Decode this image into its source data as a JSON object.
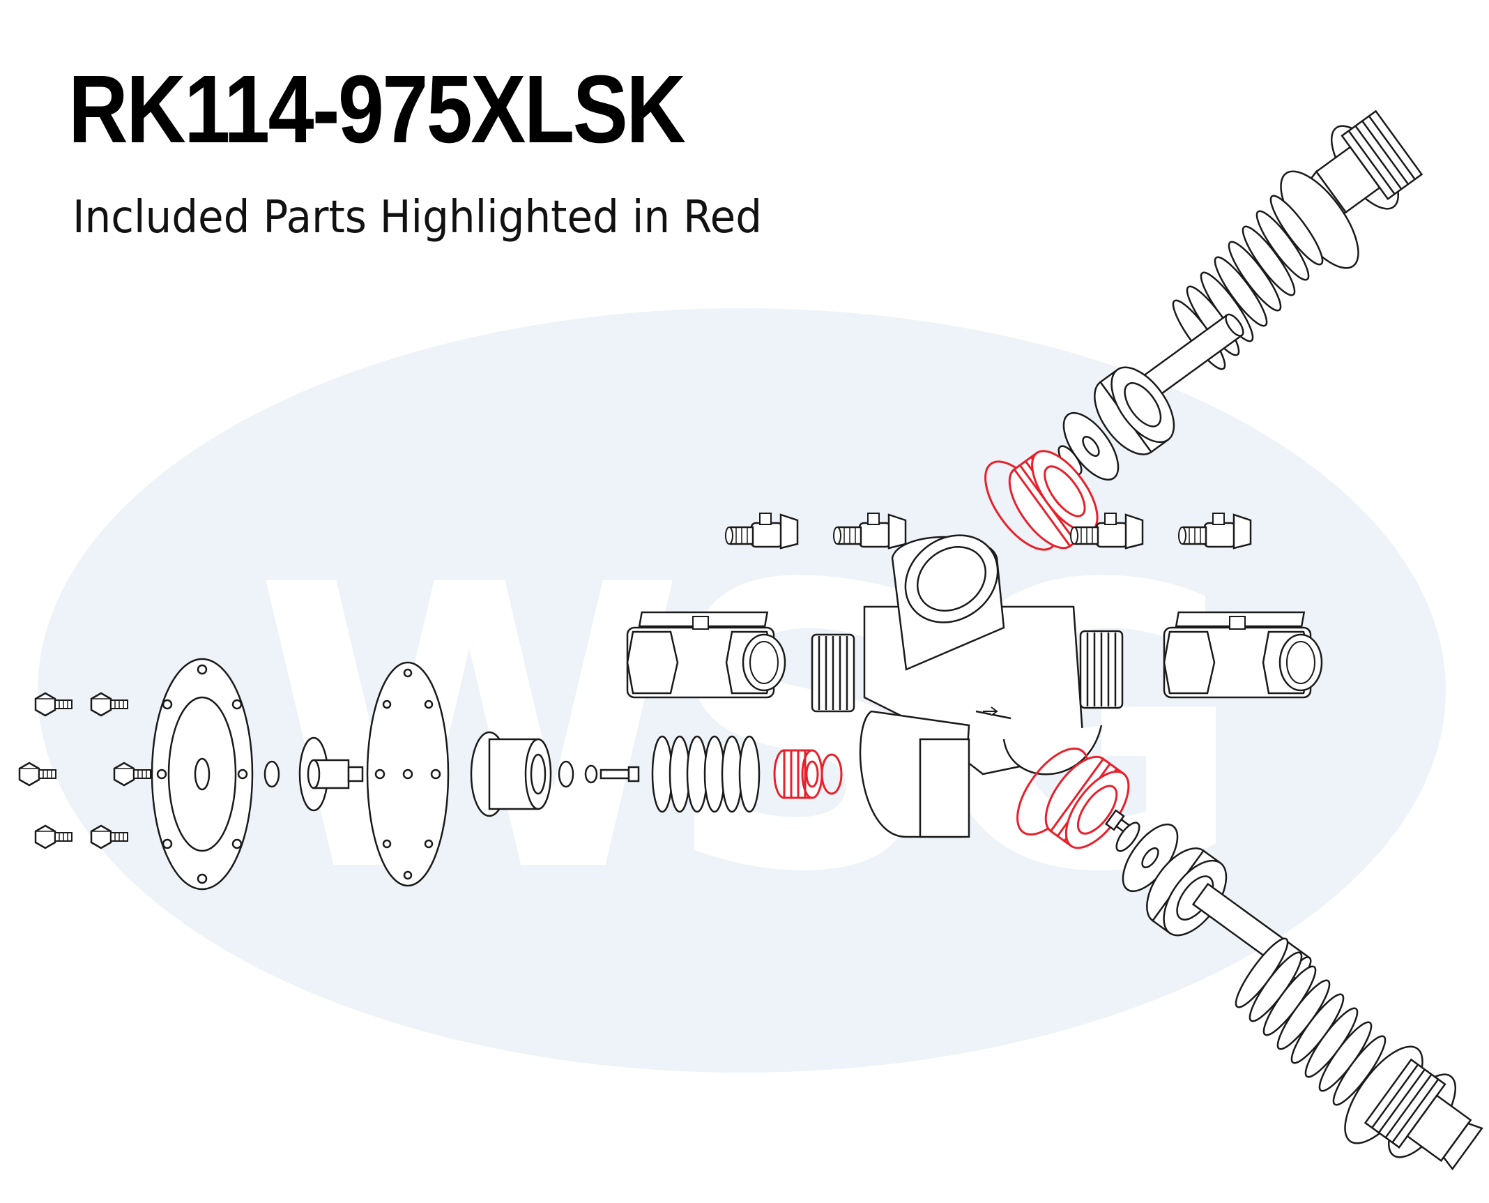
{
  "header": {
    "title": "RK114-975XLSK",
    "subtitle": "Included Parts Highlighted in Red"
  },
  "watermark": {
    "text": "WSG",
    "ellipse_color": "#EDF3F8",
    "letter_color": "#FFFFFF"
  },
  "colors": {
    "line": "#1A1A1A",
    "highlight": "#E8202A",
    "background": "#FFFFFF"
  },
  "parts": {
    "highlighted": [
      "upper check seat o-ring",
      "upper check seat",
      "relief valve seat",
      "relief valve o-ring",
      "lower check seat o-ring",
      "lower check seat"
    ]
  }
}
